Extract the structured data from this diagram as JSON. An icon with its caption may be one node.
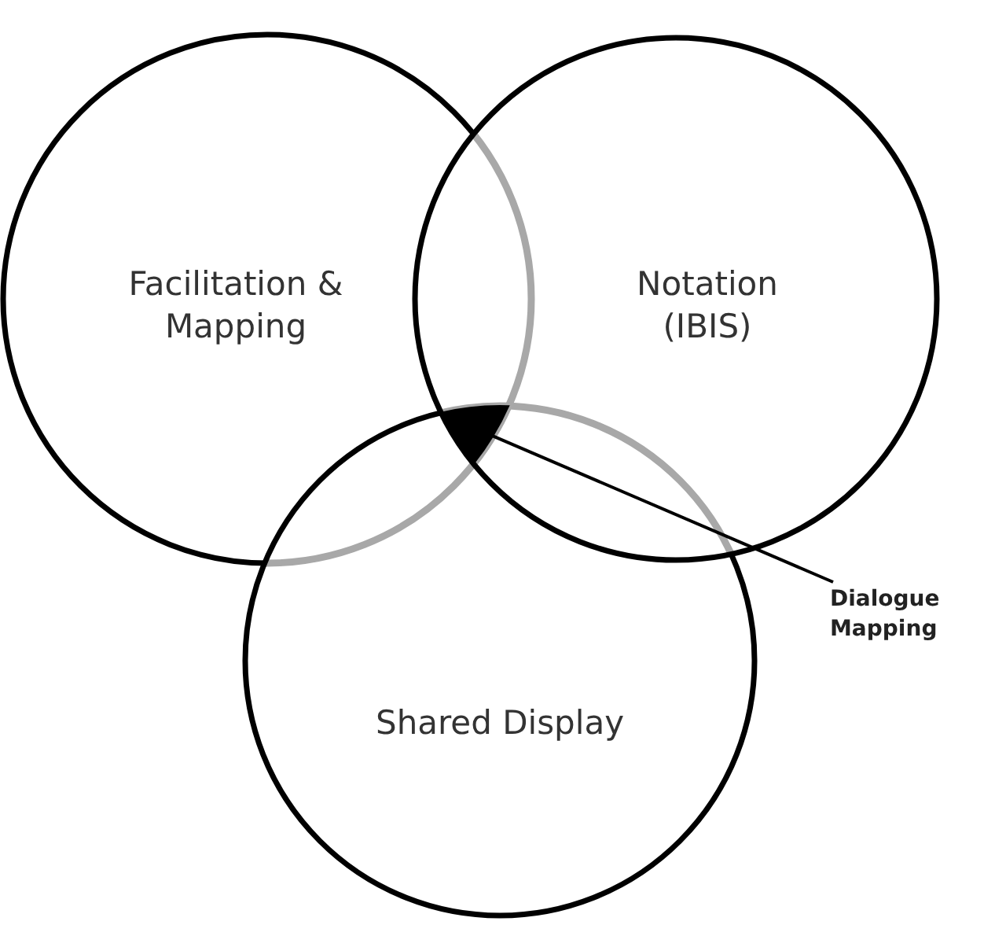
{
  "diagram": {
    "nodes": [
      {
        "text": [
          "Facilitation & Mapping"
        ]
      },
      {
        "text": [
          "Notation (IBIS)"
        ]
      },
      {
        "text": [
          "Shared Display"
        ]
      },
      {
        "text": [],
        "shape": "triangle"
      },
      {
        "text": [
          "Dialogue Mapping"
        ]
      }
    ],
    "edges": [
      {
        "from": 4,
        "to": 3,
        "arrow": "none"
      }
    ]
  }
}
